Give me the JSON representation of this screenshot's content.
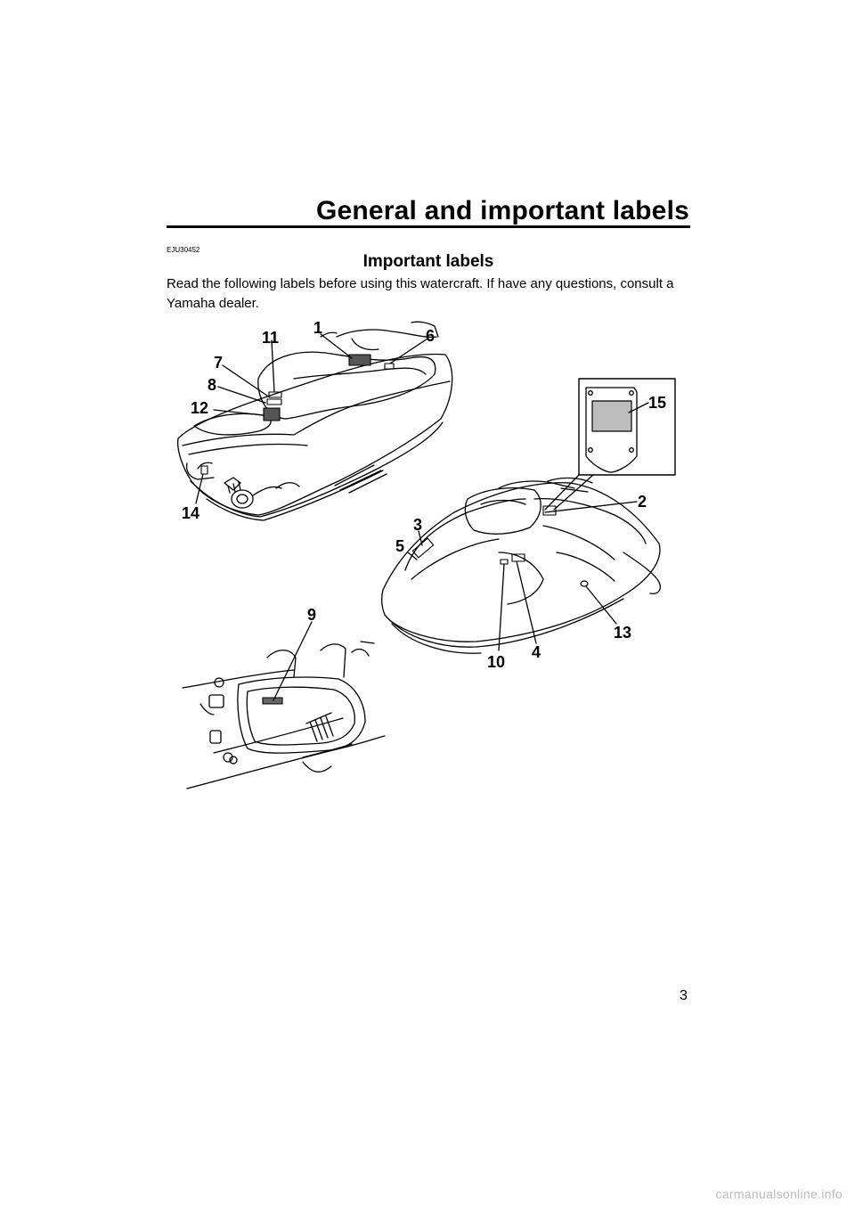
{
  "header": {
    "title": "General and important labels"
  },
  "section": {
    "code": "EJU30452",
    "heading": "Important labels",
    "intro": "Read the following labels before using this watercraft. If have any questions, consult a Yamaha dealer."
  },
  "figure": {
    "callouts": [
      "1",
      "2",
      "3",
      "4",
      "5",
      "6",
      "7",
      "8",
      "9",
      "10",
      "11",
      "12",
      "13",
      "14",
      "15"
    ]
  },
  "page": {
    "number": "3"
  },
  "footer": {
    "watermark": "carmanualsonline.info"
  }
}
